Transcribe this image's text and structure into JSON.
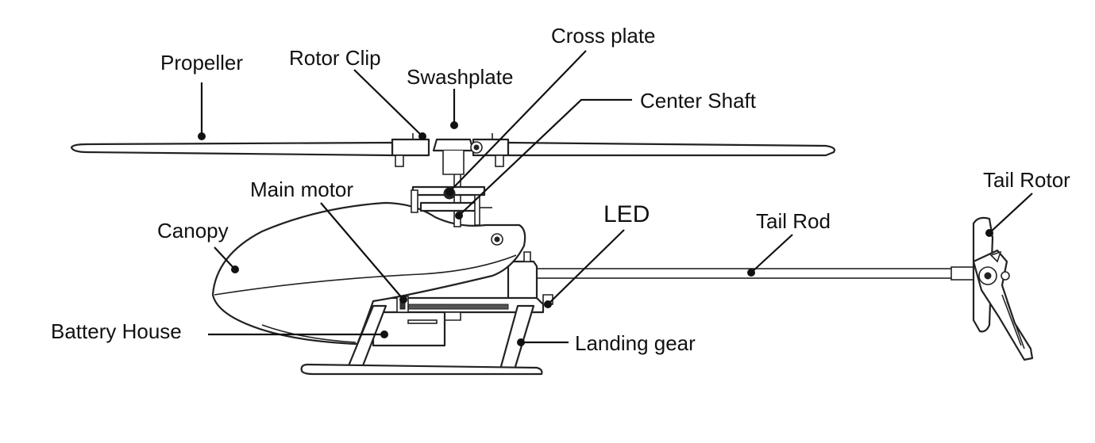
{
  "labels": {
    "propeller": "Propeller",
    "rotor_clip": "Rotor Clip",
    "swashplate": "Swashplate",
    "cross_plate": "Cross plate",
    "center_shaft": "Center Shaft",
    "main_motor": "Main motor",
    "canopy": "Canopy",
    "led": "LED",
    "tail_rod": "Tail Rod",
    "tail_rotor": "Tail Rotor",
    "battery_house": "Battery House",
    "landing_gear": "Landing gear"
  },
  "colors": {
    "line": "#222222",
    "background": "#ffffff"
  }
}
